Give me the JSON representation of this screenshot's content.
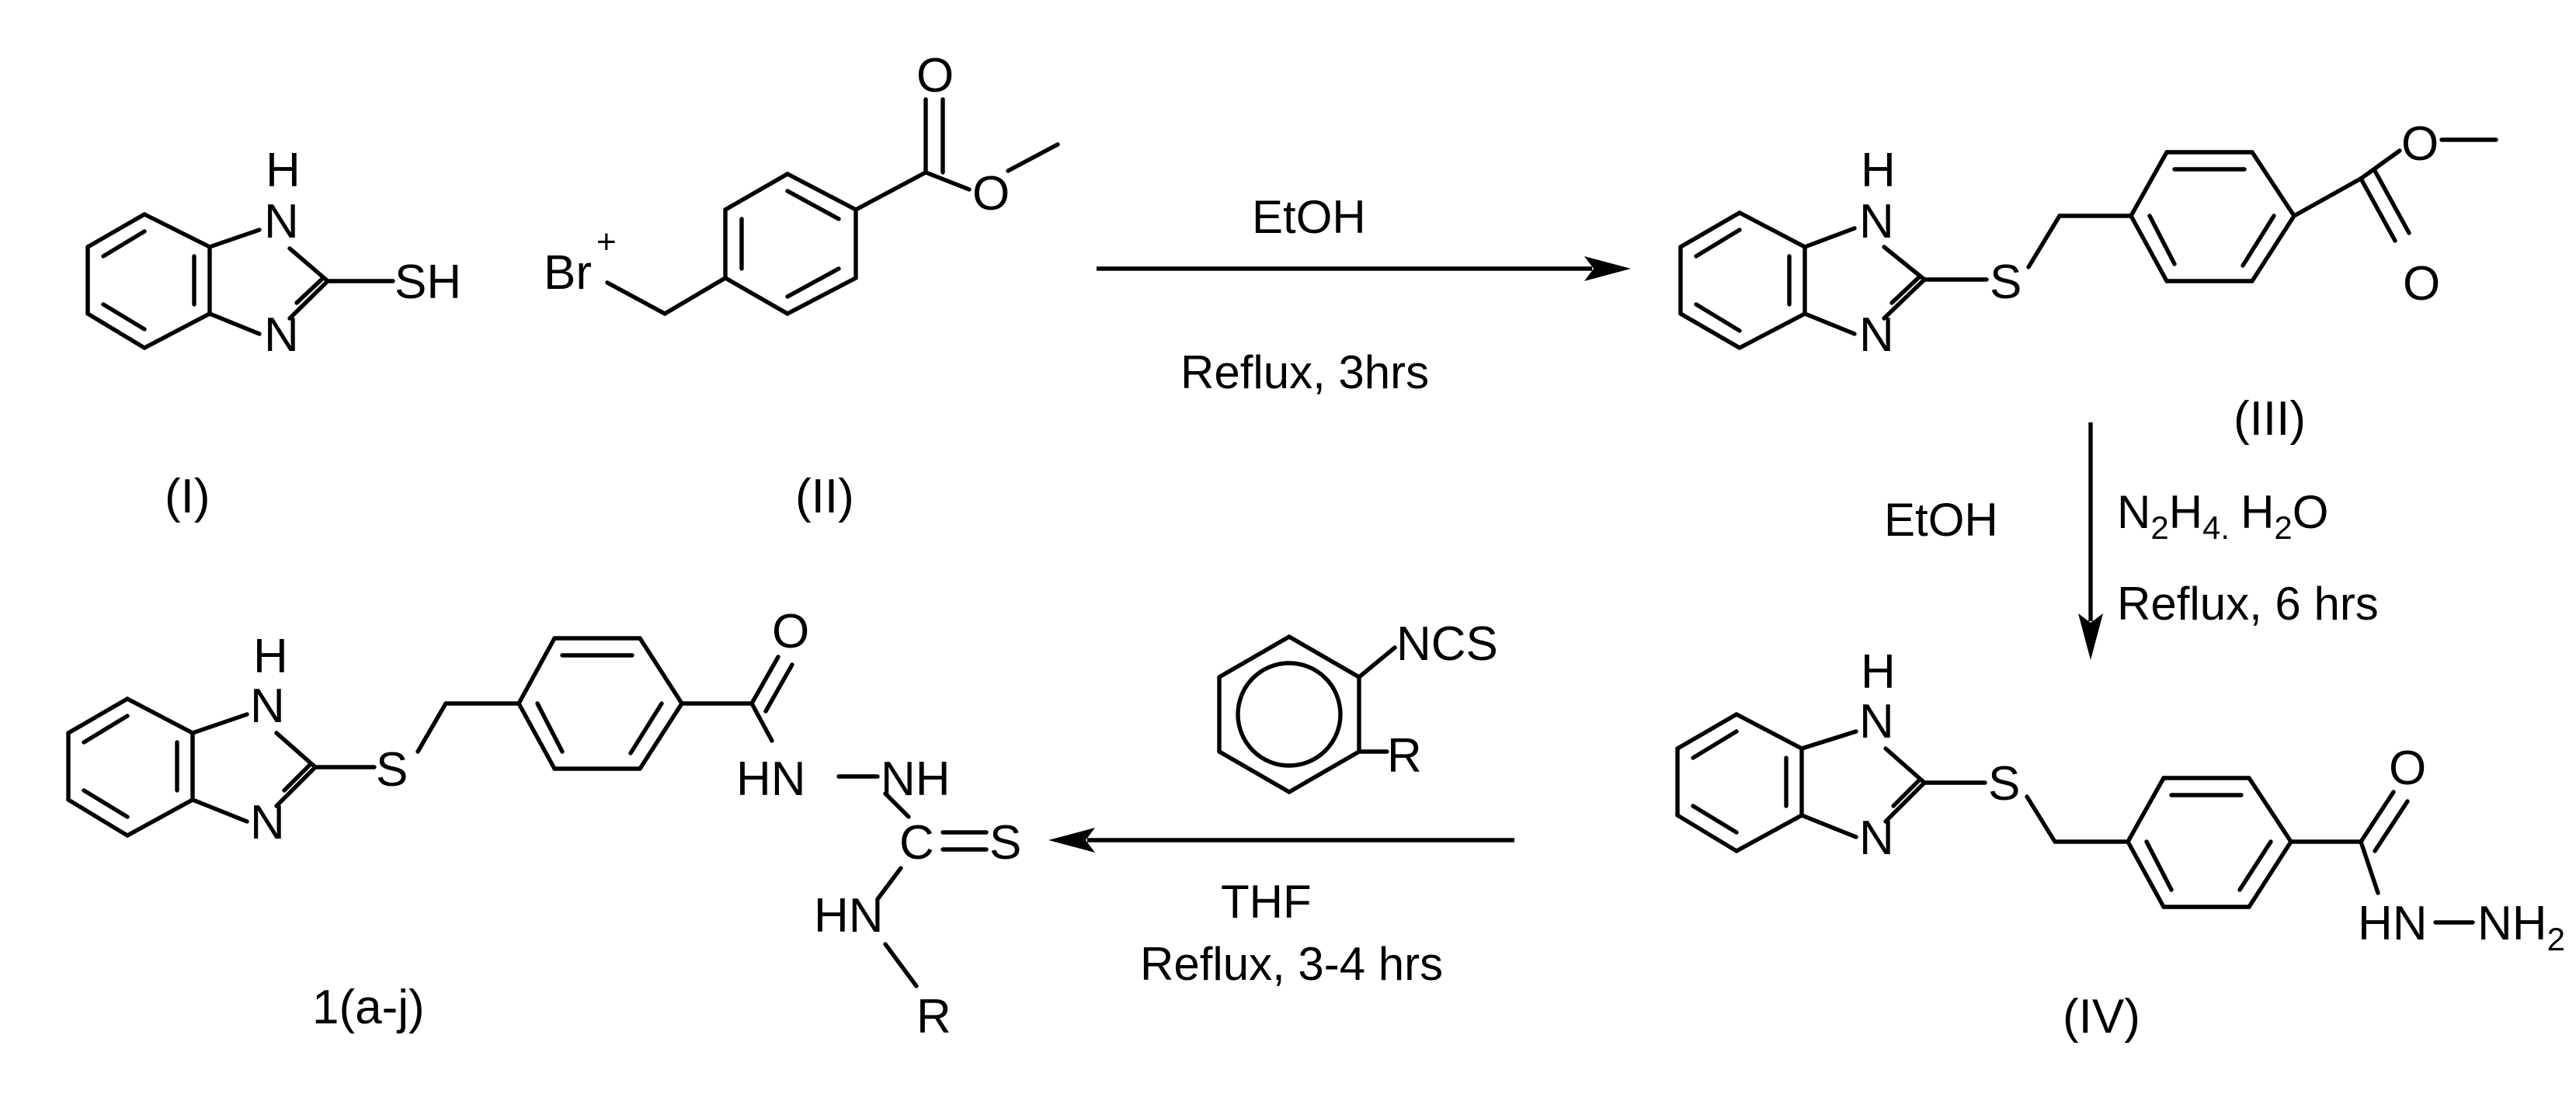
{
  "atoms": {
    "NH_top": "H",
    "N": "N",
    "SH": "SH",
    "Br": "Br",
    "plus": "+",
    "O": "O",
    "S": "S",
    "HN": "HN",
    "NH": "NH",
    "NH2_main": "NH",
    "NH2_sub": "2",
    "NCS": "NCS",
    "R": "R",
    "C": "C",
    "HN_NH": "HN–NH",
    "HN_NH_label": "HN",
    "NH_label": "NH"
  },
  "labels": {
    "I": "(I)",
    "II": "(II)",
    "III": "(III)",
    "IV": "(IV)",
    "product": "1(a-j)"
  },
  "conditions": {
    "step1_top": "EtOH",
    "step1_bottom": "Reflux, 3hrs",
    "step2_left": "EtOH",
    "step2_reagent_N": "N",
    "step2_reagent_sub2": "2",
    "step2_reagent_H": "H",
    "step2_reagent_sub4": "4.",
    "step2_reagent_water_H": "H",
    "step2_reagent_water_sub": "2",
    "step2_reagent_water_O": "O",
    "step2_bottom": "Reflux, 6 hrs",
    "step3_top": "THF",
    "step3_bottom": "Reflux, 3-4 hrs"
  }
}
